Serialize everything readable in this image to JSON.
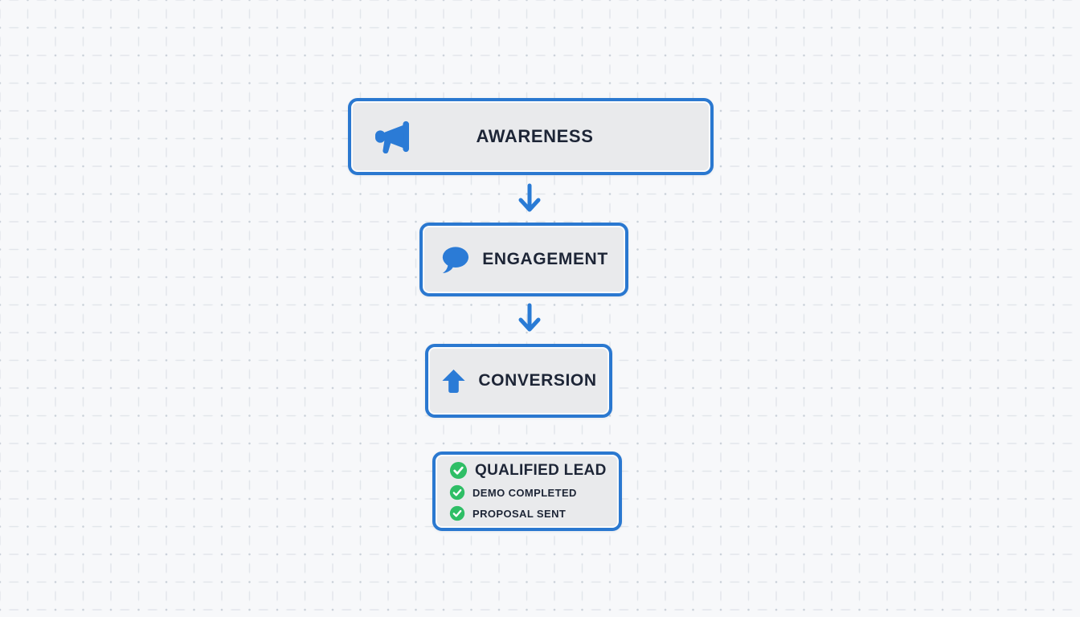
{
  "diagram": {
    "nodes": [
      {
        "label": "AWARENESS",
        "icon": "megaphone-icon"
      },
      {
        "label": "ENGAGEMENT",
        "icon": "speech-bubble-icon"
      },
      {
        "label": "CONVERSION",
        "icon": "arrow-up-icon"
      },
      {
        "title": "QUALIFIED LEAD",
        "icon": "check-circle-icon",
        "checklist": [
          "DEMO COMPLETED",
          "PROPOSAL SENT"
        ]
      }
    ],
    "connectors": [
      {
        "from": "AWARENESS",
        "to": "ENGAGEMENT",
        "style": "down-arrow"
      },
      {
        "from": "ENGAGEMENT",
        "to": "CONVERSION",
        "style": "down-arrow"
      }
    ]
  },
  "colors": {
    "canvas_bg": "#f7f8fa",
    "grid_dot": "#c9d0d8",
    "accent_blue": "#2a78d0",
    "node_fill": "#e9eaec",
    "text_dark": "#1d2536",
    "check_green": "#2fbe66"
  }
}
